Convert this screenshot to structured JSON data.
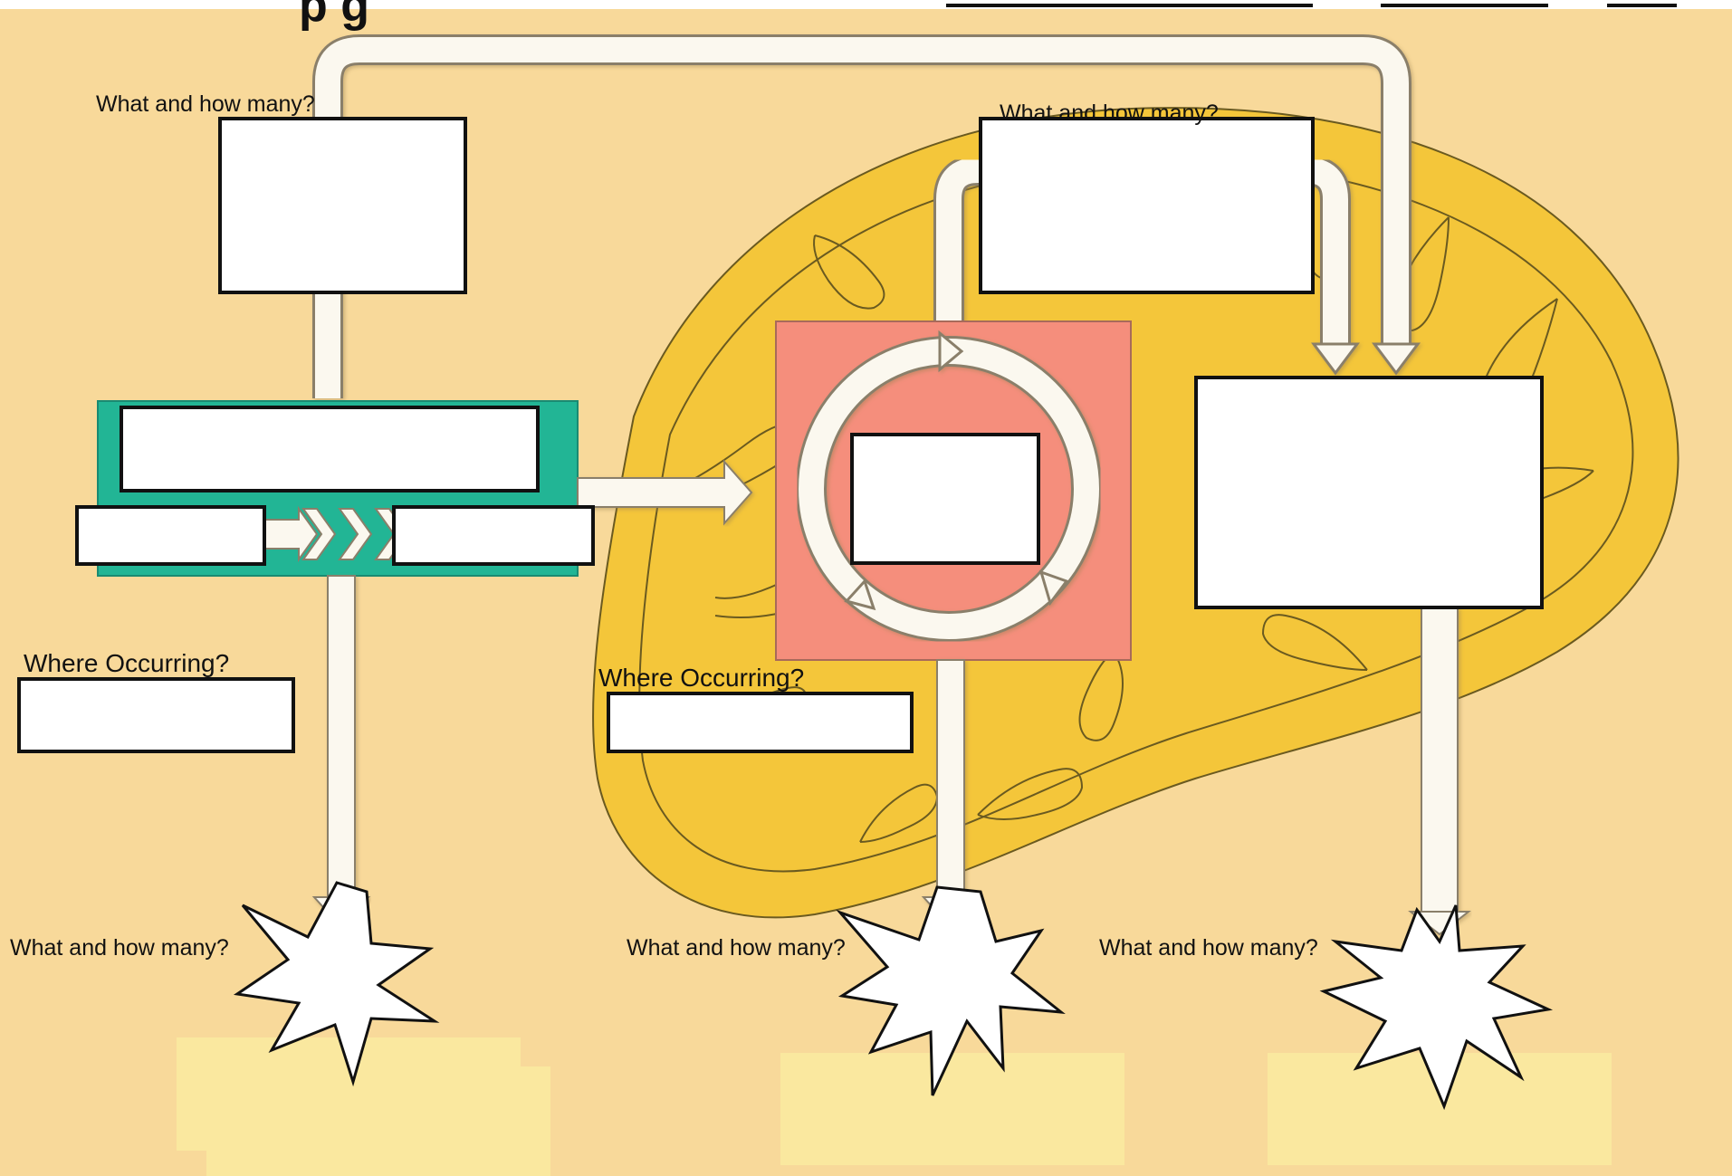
{
  "title_fragment": "p     g",
  "labels": {
    "what_how_many": "What and how many?",
    "where_occurring": "Where Occurring?"
  },
  "colors": {
    "background": "#f8d99a",
    "mitochondrion": "#f4c63a",
    "glycolysis_box": "#22b595",
    "krebs_box": "#f58e7c",
    "answer_pad": "#fae89f"
  }
}
